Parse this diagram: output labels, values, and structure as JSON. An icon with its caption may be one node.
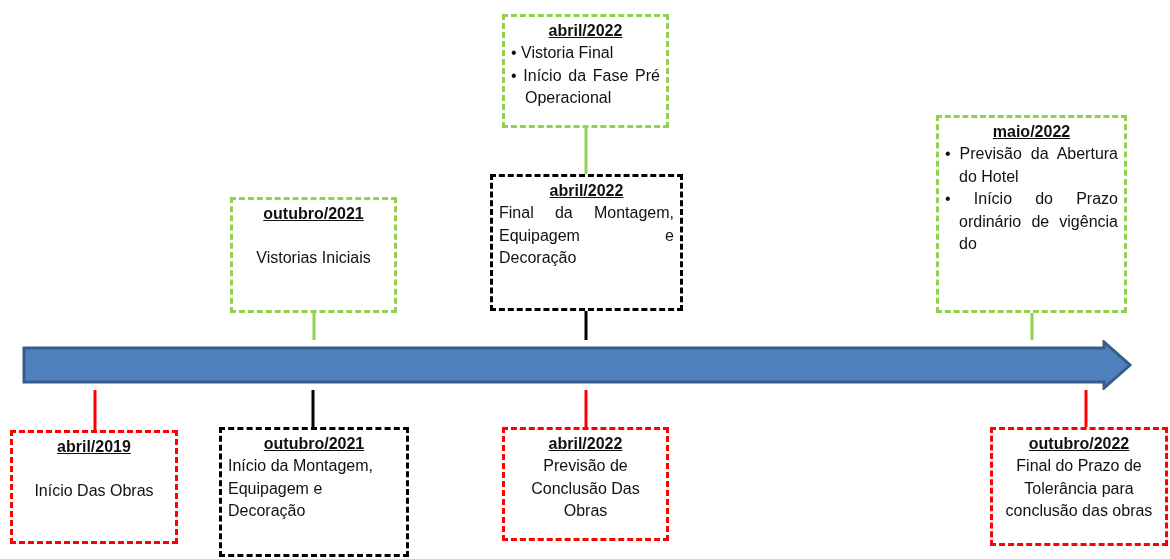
{
  "diagram": {
    "nodes": [
      {
        "text": [
          "abril/2022",
          "• Vistoria Final",
          "• Início da Fase Pré Operacional"
        ]
      },
      {
        "text": [
          "abril/2022",
          "Final da Montagem, Equipagem e Decoração"
        ]
      },
      {
        "text": [
          "maio/2022",
          "• Previsão da Abertura do Hotel",
          "• Início do Prazo ordinário de vigência do"
        ]
      },
      {
        "text": [
          "outubro/2021",
          "Vistorias Iniciais"
        ]
      },
      {
        "text": [],
        "shape": "arrow"
      },
      {
        "text": [
          "abril/2019",
          "Início Das Obras"
        ]
      },
      {
        "text": [
          "outubro/2021",
          "Início da Montagem, Equipagem e Decoração"
        ]
      },
      {
        "text": [
          "abril/2022",
          "Previsão de Conclusão Das Obras"
        ]
      },
      {
        "text": [
          "outubro/2022",
          "Final do Prazo de Tolerância para conclusão das obras"
        ]
      }
    ],
    "edges": [
      {
        "from": 0,
        "to": 1,
        "arrow": "none",
        "color": "#92d050"
      },
      {
        "from": 1,
        "to": 4,
        "arrow": "none",
        "color": "#000000"
      },
      {
        "from": 3,
        "to": 4,
        "arrow": "none",
        "color": "#92d050"
      },
      {
        "from": 2,
        "to": 4,
        "arrow": "none",
        "color": "#92d050"
      },
      {
        "from": 4,
        "to": 5,
        "arrow": "none",
        "color": "#ff0000"
      },
      {
        "from": 4,
        "to": 6,
        "arrow": "none",
        "color": "#000000"
      },
      {
        "from": 4,
        "to": 7,
        "arrow": "none",
        "color": "#ff0000"
      },
      {
        "from": 4,
        "to": 8,
        "arrow": "none",
        "color": "#ff0000"
      }
    ]
  }
}
